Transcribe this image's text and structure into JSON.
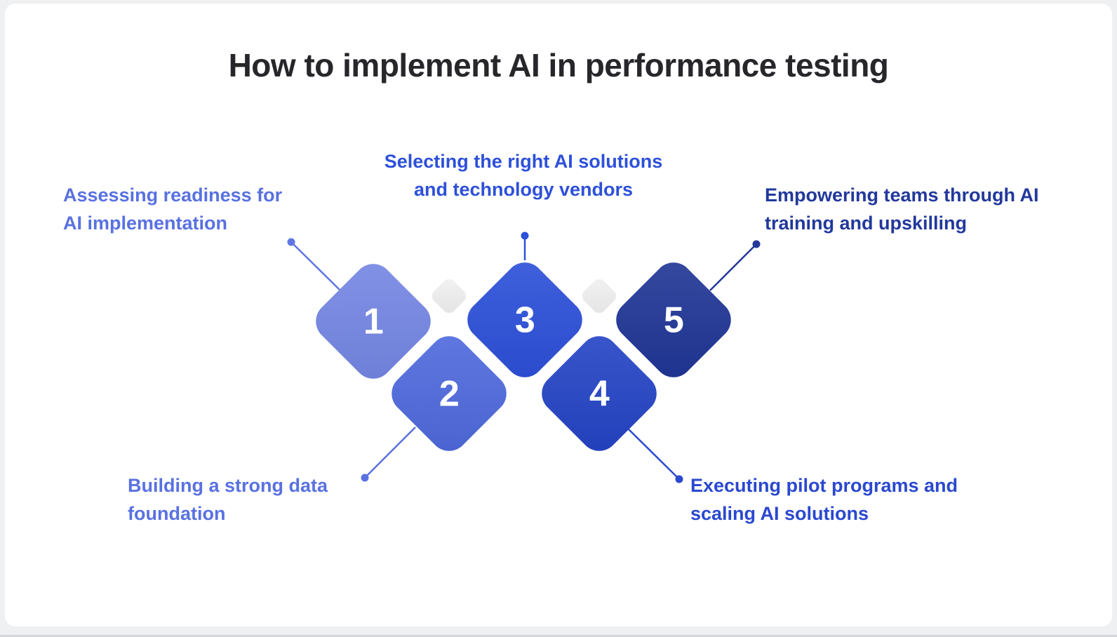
{
  "title": "How to implement AI in performance testing",
  "steps": [
    {
      "number": "1",
      "label": "Assessing readiness for\nAI implementation",
      "diamond_color": "#7486e4",
      "label_color": "#5971e1",
      "connector_color": "#5f76e3"
    },
    {
      "number": "2",
      "label": "Building a strong data\nfoundation",
      "diamond_color": "#4e69dd",
      "label_color": "#5971e1",
      "connector_color": "#5971e1"
    },
    {
      "number": "3",
      "label": "Selecting the right AI solutions\nand technology vendors",
      "diamond_color": "#2b4fd9",
      "label_color": "#2d50da",
      "connector_color": "#2d50da"
    },
    {
      "number": "4",
      "label": "Executing pilot programs and\nscaling AI solutions",
      "diamond_color": "#2343c5",
      "label_color": "#2a48d0",
      "connector_color": "#2a48d0"
    },
    {
      "number": "5",
      "label": "Empowering teams through AI\ntraining and upskilling",
      "diamond_color": "#1f3596",
      "label_color": "#22389c",
      "connector_color": "#24389b"
    }
  ],
  "decor": {
    "gray_diamond_color": "#ebebeb",
    "card_background": "#ffffff",
    "page_background": "#eef0f2",
    "title_color": "#27272b"
  }
}
